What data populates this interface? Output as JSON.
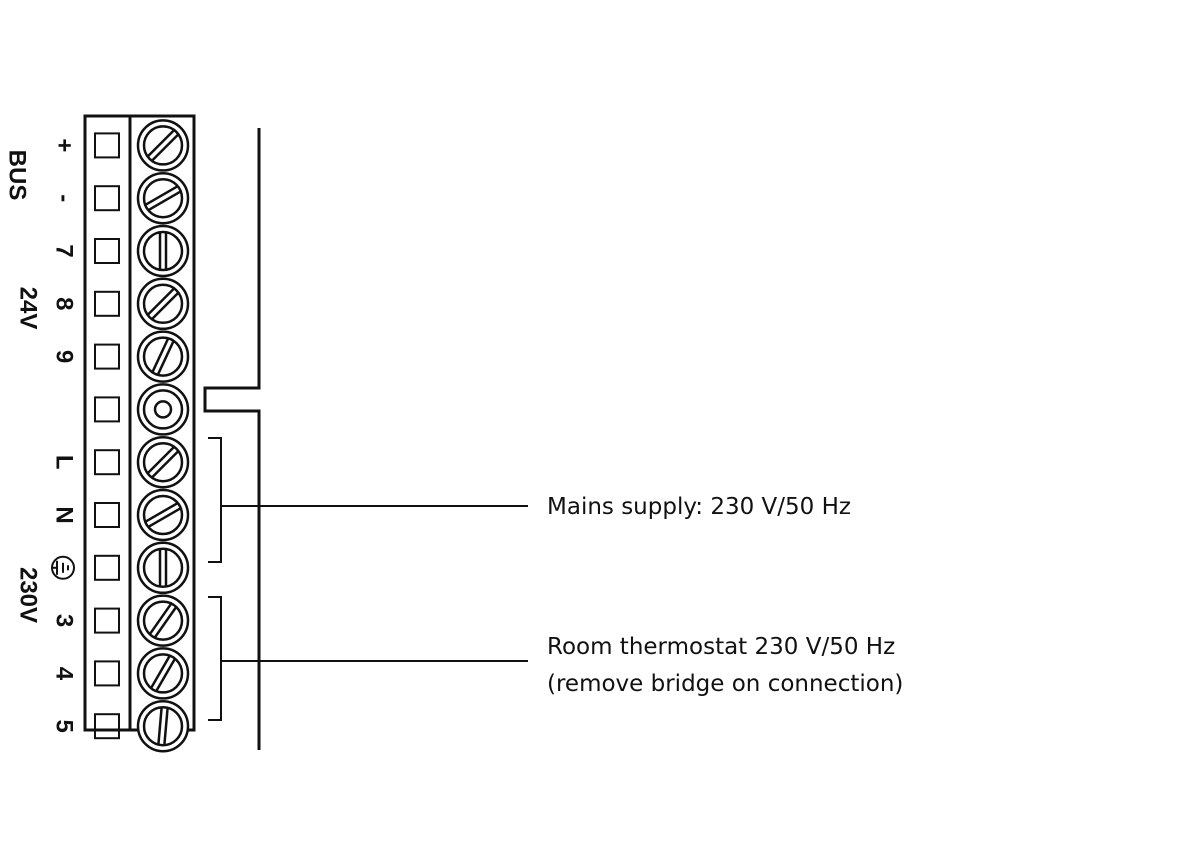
{
  "terminals": [
    {
      "label": "+",
      "screw": "slot"
    },
    {
      "label": "-",
      "screw": "slot"
    },
    {
      "label": "7",
      "screw": "slot"
    },
    {
      "label": "8",
      "screw": "slot"
    },
    {
      "label": "9",
      "screw": "slot"
    },
    {
      "label": "",
      "screw": "ring"
    },
    {
      "label": "L",
      "screw": "slot"
    },
    {
      "label": "N",
      "screw": "slot"
    },
    {
      "label": "",
      "screw": "slot",
      "earth": true
    },
    {
      "label": "3",
      "screw": "slot"
    },
    {
      "label": "4",
      "screw": "slot"
    },
    {
      "label": "5",
      "screw": "slot"
    }
  ],
  "groups": {
    "bus": "BUS",
    "v24": "24V",
    "v230": "230V"
  },
  "annotations": {
    "mains": "Mains supply: 230 V/50 Hz",
    "thermostat_line1": "Room thermostat 230 V/50 Hz",
    "thermostat_line2": "(remove bridge on connection)"
  },
  "colors": {
    "ink": "#111111",
    "background": "#ffffff"
  }
}
